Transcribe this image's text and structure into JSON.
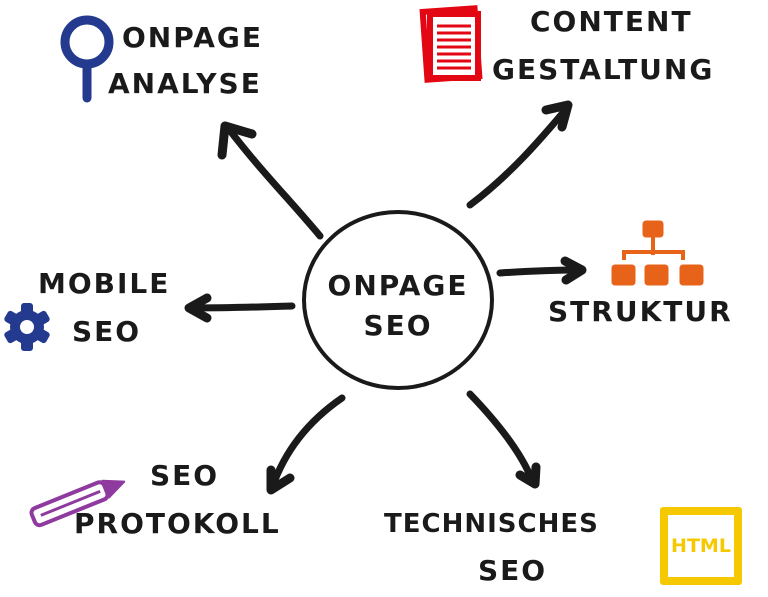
{
  "center": {
    "line1": "ONPAGE",
    "line2": "SEO"
  },
  "nodes": {
    "onpage_analyse": {
      "line1": "ONPAGE",
      "line2": "ANALYSE",
      "icon": "magnifier-icon",
      "color": "#233a8e"
    },
    "content_gestaltung": {
      "line1": "CONTENT",
      "line2": "GESTALTUNG",
      "icon": "notepad-icon",
      "color": "#e30613"
    },
    "struktur": {
      "line1": "STRUKTUR",
      "icon": "sitemap-icon",
      "color": "#e8631a"
    },
    "mobile_seo": {
      "line1": "MOBILE",
      "line2": "SEO",
      "icon": "gear-icon",
      "color": "#233a8e"
    },
    "seo_protokoll": {
      "line1": "SEO",
      "line2": "PROTOKOLL",
      "icon": "pencil-icon",
      "color": "#8e3a9e"
    },
    "technisches_seo": {
      "line1": "TECHNISCHES",
      "line2": "SEO",
      "icon": "html-icon",
      "icon_text": "HTML",
      "color": "#f5c800"
    }
  }
}
